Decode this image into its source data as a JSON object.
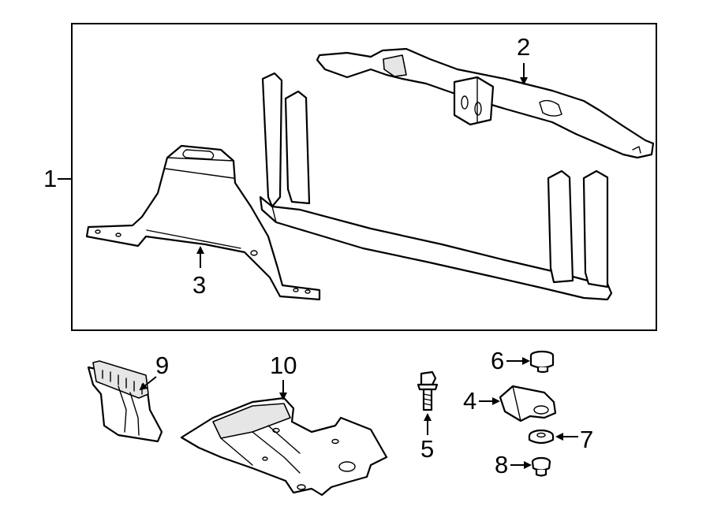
{
  "callouts": {
    "c1": "1",
    "c2": "2",
    "c3": "3",
    "c4": "4",
    "c5": "5",
    "c6": "6",
    "c7": "7",
    "c8": "8",
    "c9": "9",
    "c10": "10"
  },
  "colors": {
    "line": "#000000",
    "background": "#ffffff",
    "shade": "#e6e6e6"
  }
}
